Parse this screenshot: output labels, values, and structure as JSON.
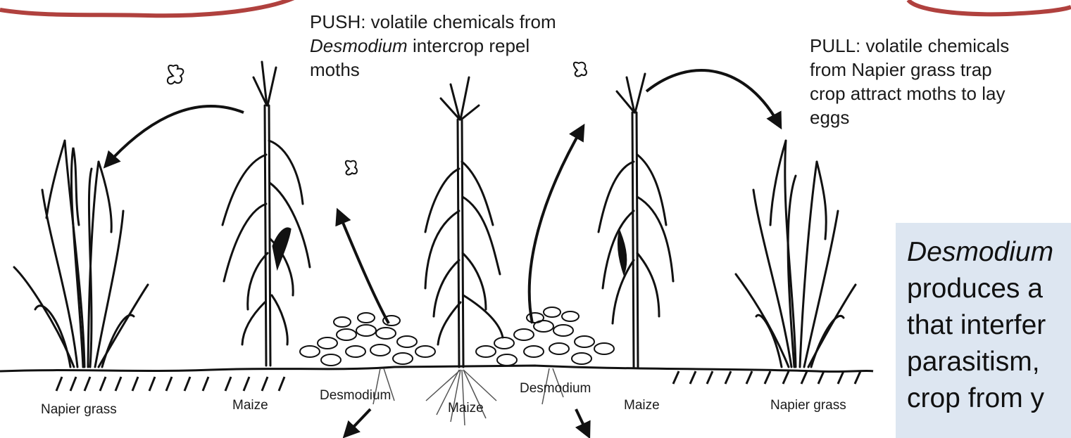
{
  "push": {
    "line1": "PUSH: volatile chemicals from",
    "line2_italic": "Desmodium",
    "line2_rest": " intercrop repel",
    "line3": "moths"
  },
  "pull": {
    "lines": [
      "PULL: volatile chemicals",
      "from Napier grass trap",
      "crop attract moths to lay",
      "eggs"
    ]
  },
  "ground_labels": [
    "Napier grass",
    "Maize",
    "Desmodium",
    "Maize",
    "Desmodium",
    "Maize",
    "Napier grass"
  ],
  "infobox": {
    "line1": "Desmodium",
    "line2": "produces a",
    "line3": "that interfer",
    "line4": "parasitism,",
    "line5": "crop from y"
  },
  "colors": {
    "annotation_red": "#b0413e",
    "ink": "#111111",
    "infobox_bg": "#dde6f1"
  },
  "icons": [
    "moth-icon",
    "maize-plant",
    "napier-grass-plant",
    "desmodium-plant",
    "arrow"
  ]
}
